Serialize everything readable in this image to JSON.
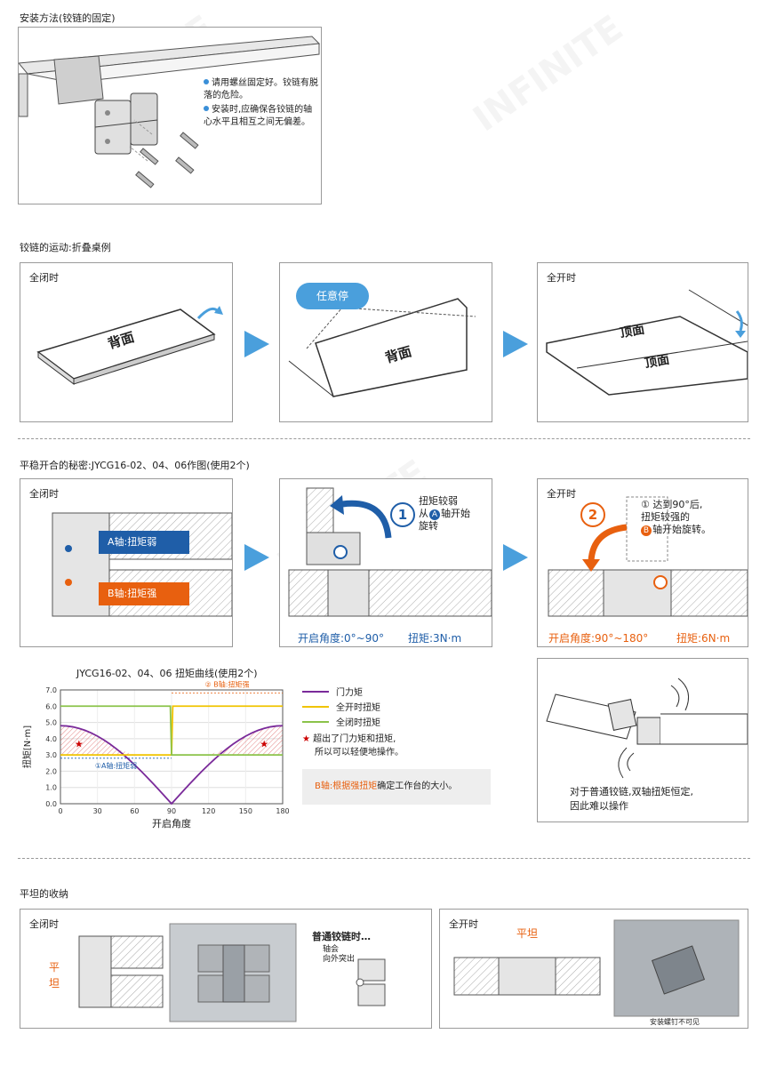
{
  "colors": {
    "blue": "#1f5ea8",
    "orange": "#e8600f",
    "accent_arrow": "#4a9fdc",
    "purple": "#7a2a9a",
    "yellow": "#f0c400",
    "green": "#8bc34a"
  },
  "section1": {
    "title": "安装方法(铰链的固定)",
    "notes": [
      "请用螺丝固定好。铰链有脱落的危险。",
      "安装时,应确保各铰链的轴心水平且相互之间无偏差。"
    ]
  },
  "section2": {
    "title": "铰链的运动:折叠桌例",
    "panel1_label": "全闭时",
    "panel1_text": "背面",
    "panel2_bubble": "任意停",
    "panel2_text": "背面",
    "panel3_label": "全开时",
    "panel3_text1": "顶面",
    "panel3_text2": "顶面"
  },
  "section3": {
    "title": "平稳开合的秘密:JYCG16-02、04、06作图(使用2个)",
    "panel1_label": "全闭时",
    "a_axis_label": "A轴:扭矩弱",
    "b_axis_label": "B轴:扭矩强",
    "panel2_num": "1",
    "panel2_note_l1": "扭矩较弱",
    "panel2_note_l2a": "从",
    "panel2_note_l2b": "轴开始",
    "panel2_note_l3": "旋转",
    "panel2_angle": "开启角度:0°~90°",
    "panel2_torque": "扭矩:3N·m",
    "panel3_label": "全开时",
    "panel3_num": "2",
    "panel3_note_l1": "① 达到90°后,",
    "panel3_note_l2": "扭矩较强的",
    "panel3_note_l3": "轴开始旋转。",
    "panel3_angle": "开启角度:90°~180°",
    "panel3_torque": "扭矩:6N·m",
    "normal_hinge_note_l1": "对于普通铰链,双轴扭矩恒定,",
    "normal_hinge_note_l2": "因此难以操作",
    "star_note_l1": "超出了门力矩和扭矩,",
    "star_note_l2": "所以可以轻便地操作。",
    "b_note_prefix": "B轴:根据",
    "b_note_highlight": "强扭矩",
    "b_note_suffix": "确定工作台的大小。",
    "circle_a": "A",
    "circle_b": "B"
  },
  "chart_data": {
    "type": "line",
    "title": "JYCG16-02、04、06 扭矩曲线(使用2个)",
    "xlabel": "开启角度",
    "ylabel": "扭矩[N·m]",
    "xlim": [
      0,
      180
    ],
    "ylim": [
      0,
      7.0
    ],
    "xticks": [
      "0",
      "30",
      "60",
      "90",
      "120",
      "150",
      "180"
    ],
    "yticks": [
      "0.0",
      "1.0",
      "2.0",
      "3.0",
      "4.0",
      "5.0",
      "6.0",
      "7.0"
    ],
    "annotation_a": "①A轴:扭矩弱",
    "annotation_b": "② B轴:扭矩强",
    "series": [
      {
        "name": "门力矩",
        "color": "#7a2a9a",
        "x": [
          0,
          15,
          30,
          45,
          60,
          75,
          90,
          105,
          120,
          135,
          150,
          165,
          180
        ],
        "y": [
          4.8,
          4.6,
          4.2,
          3.4,
          2.4,
          1.2,
          0,
          1.2,
          2.4,
          3.4,
          4.2,
          4.6,
          4.8
        ]
      },
      {
        "name": "全开时扭矩",
        "color": "#f0c400",
        "x": [
          0,
          89,
          90,
          91,
          180
        ],
        "y": [
          3.0,
          3.0,
          3.0,
          6.0,
          6.0
        ]
      },
      {
        "name": "全闭时扭矩",
        "color": "#8bc34a",
        "x": [
          0,
          89,
          90,
          91,
          180
        ],
        "y": [
          6.0,
          6.0,
          3.0,
          3.0,
          3.0
        ]
      }
    ]
  },
  "section4": {
    "title": "平坦的收纳",
    "panel1_label": "全闭时",
    "flat_label_a": "平",
    "flat_label_b": "坦",
    "normal_title": "普通铰链时…",
    "axis_note_l1": "轴会",
    "axis_note_l2": "向外突出",
    "panel2_label": "全开时",
    "flat_label_top": "平坦",
    "screw_caption": "安装螺钉不可见"
  }
}
